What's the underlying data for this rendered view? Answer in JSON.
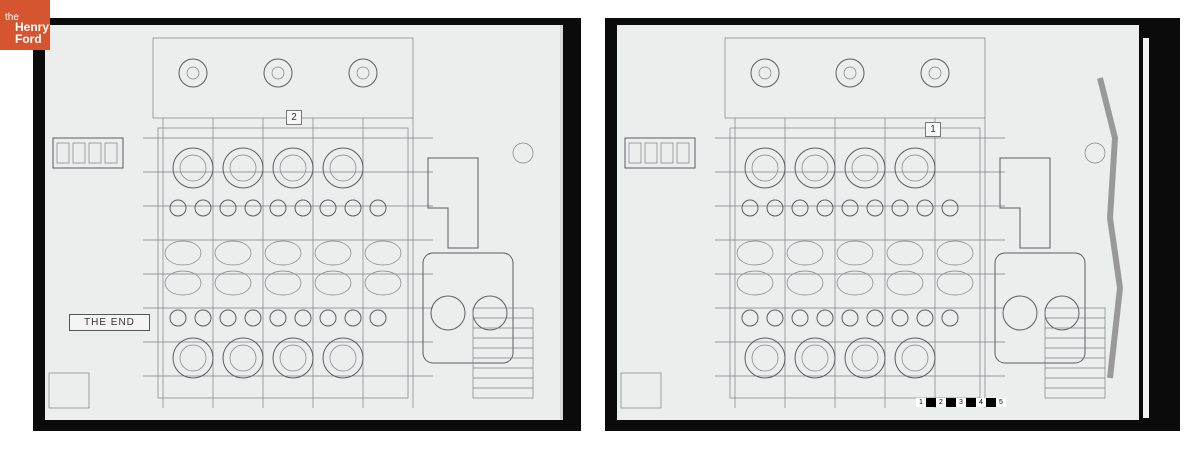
{
  "logo": {
    "line1": "the",
    "line2": "Henry",
    "line3": "Ford",
    "color": "#d4552f"
  },
  "left_sheet": {
    "sheet_number": "2",
    "end_label": "THE END"
  },
  "right_sheet": {
    "sheet_number": "1",
    "scale_bar": [
      "1",
      "2",
      "3",
      "4",
      "5"
    ]
  }
}
